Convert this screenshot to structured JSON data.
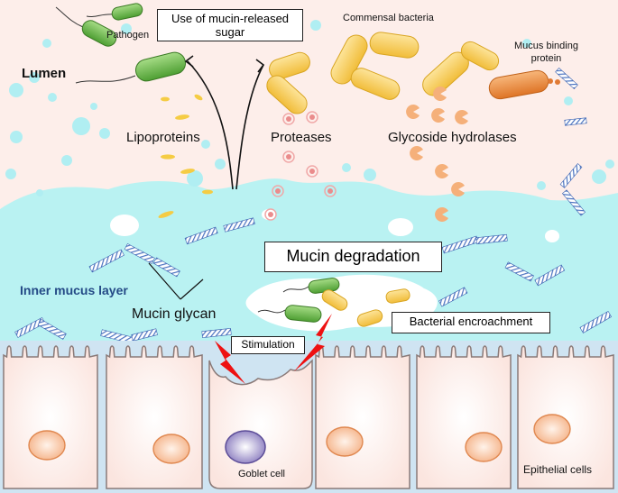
{
  "diagram": {
    "regions": {
      "lumen": "Lumen",
      "inner_mucus_layer": "Inner mucus layer"
    },
    "labels": {
      "pathogen": "Pathogen",
      "commensal_bacteria": "Commensal bacteria",
      "mucus_binding_protein": "Mucus binding\nprotein",
      "use_of_mucin_sugar": "Use of mucin-released\nsugar",
      "lipoproteins": "Lipoproteins",
      "proteases": "Proteases",
      "glycoside_hydrolases": "Glycoside hydrolases",
      "mucin_degradation": "Mucin degradation",
      "mucin_glycan": "Mucin glycan",
      "bacterial_encroachment": "Bacterial encroachment",
      "stimulation": "Stimulation",
      "goblet_cell": "Goblet cell",
      "epithelial_cells": "Epithelial cells"
    },
    "colors": {
      "lumen_bg": "#fdeeea",
      "mucus_layer": "#b9f2f2",
      "bubble": "#b0eef2",
      "pathogen": "#6fbf4f",
      "commensal": "#f8cd58",
      "lipoprotein": "#f5cc44",
      "protease": "#f0a0a0",
      "hydrolase": "#f5b07a",
      "binding_protein": "#ea8a3c",
      "glycan": "#5a7fc4",
      "epithelial_cell": "#fbeae6",
      "nucleus": "#f5b48a",
      "goblet_nucleus": "#8c7ec0",
      "stimulation_bolt": "#ee1111"
    }
  }
}
